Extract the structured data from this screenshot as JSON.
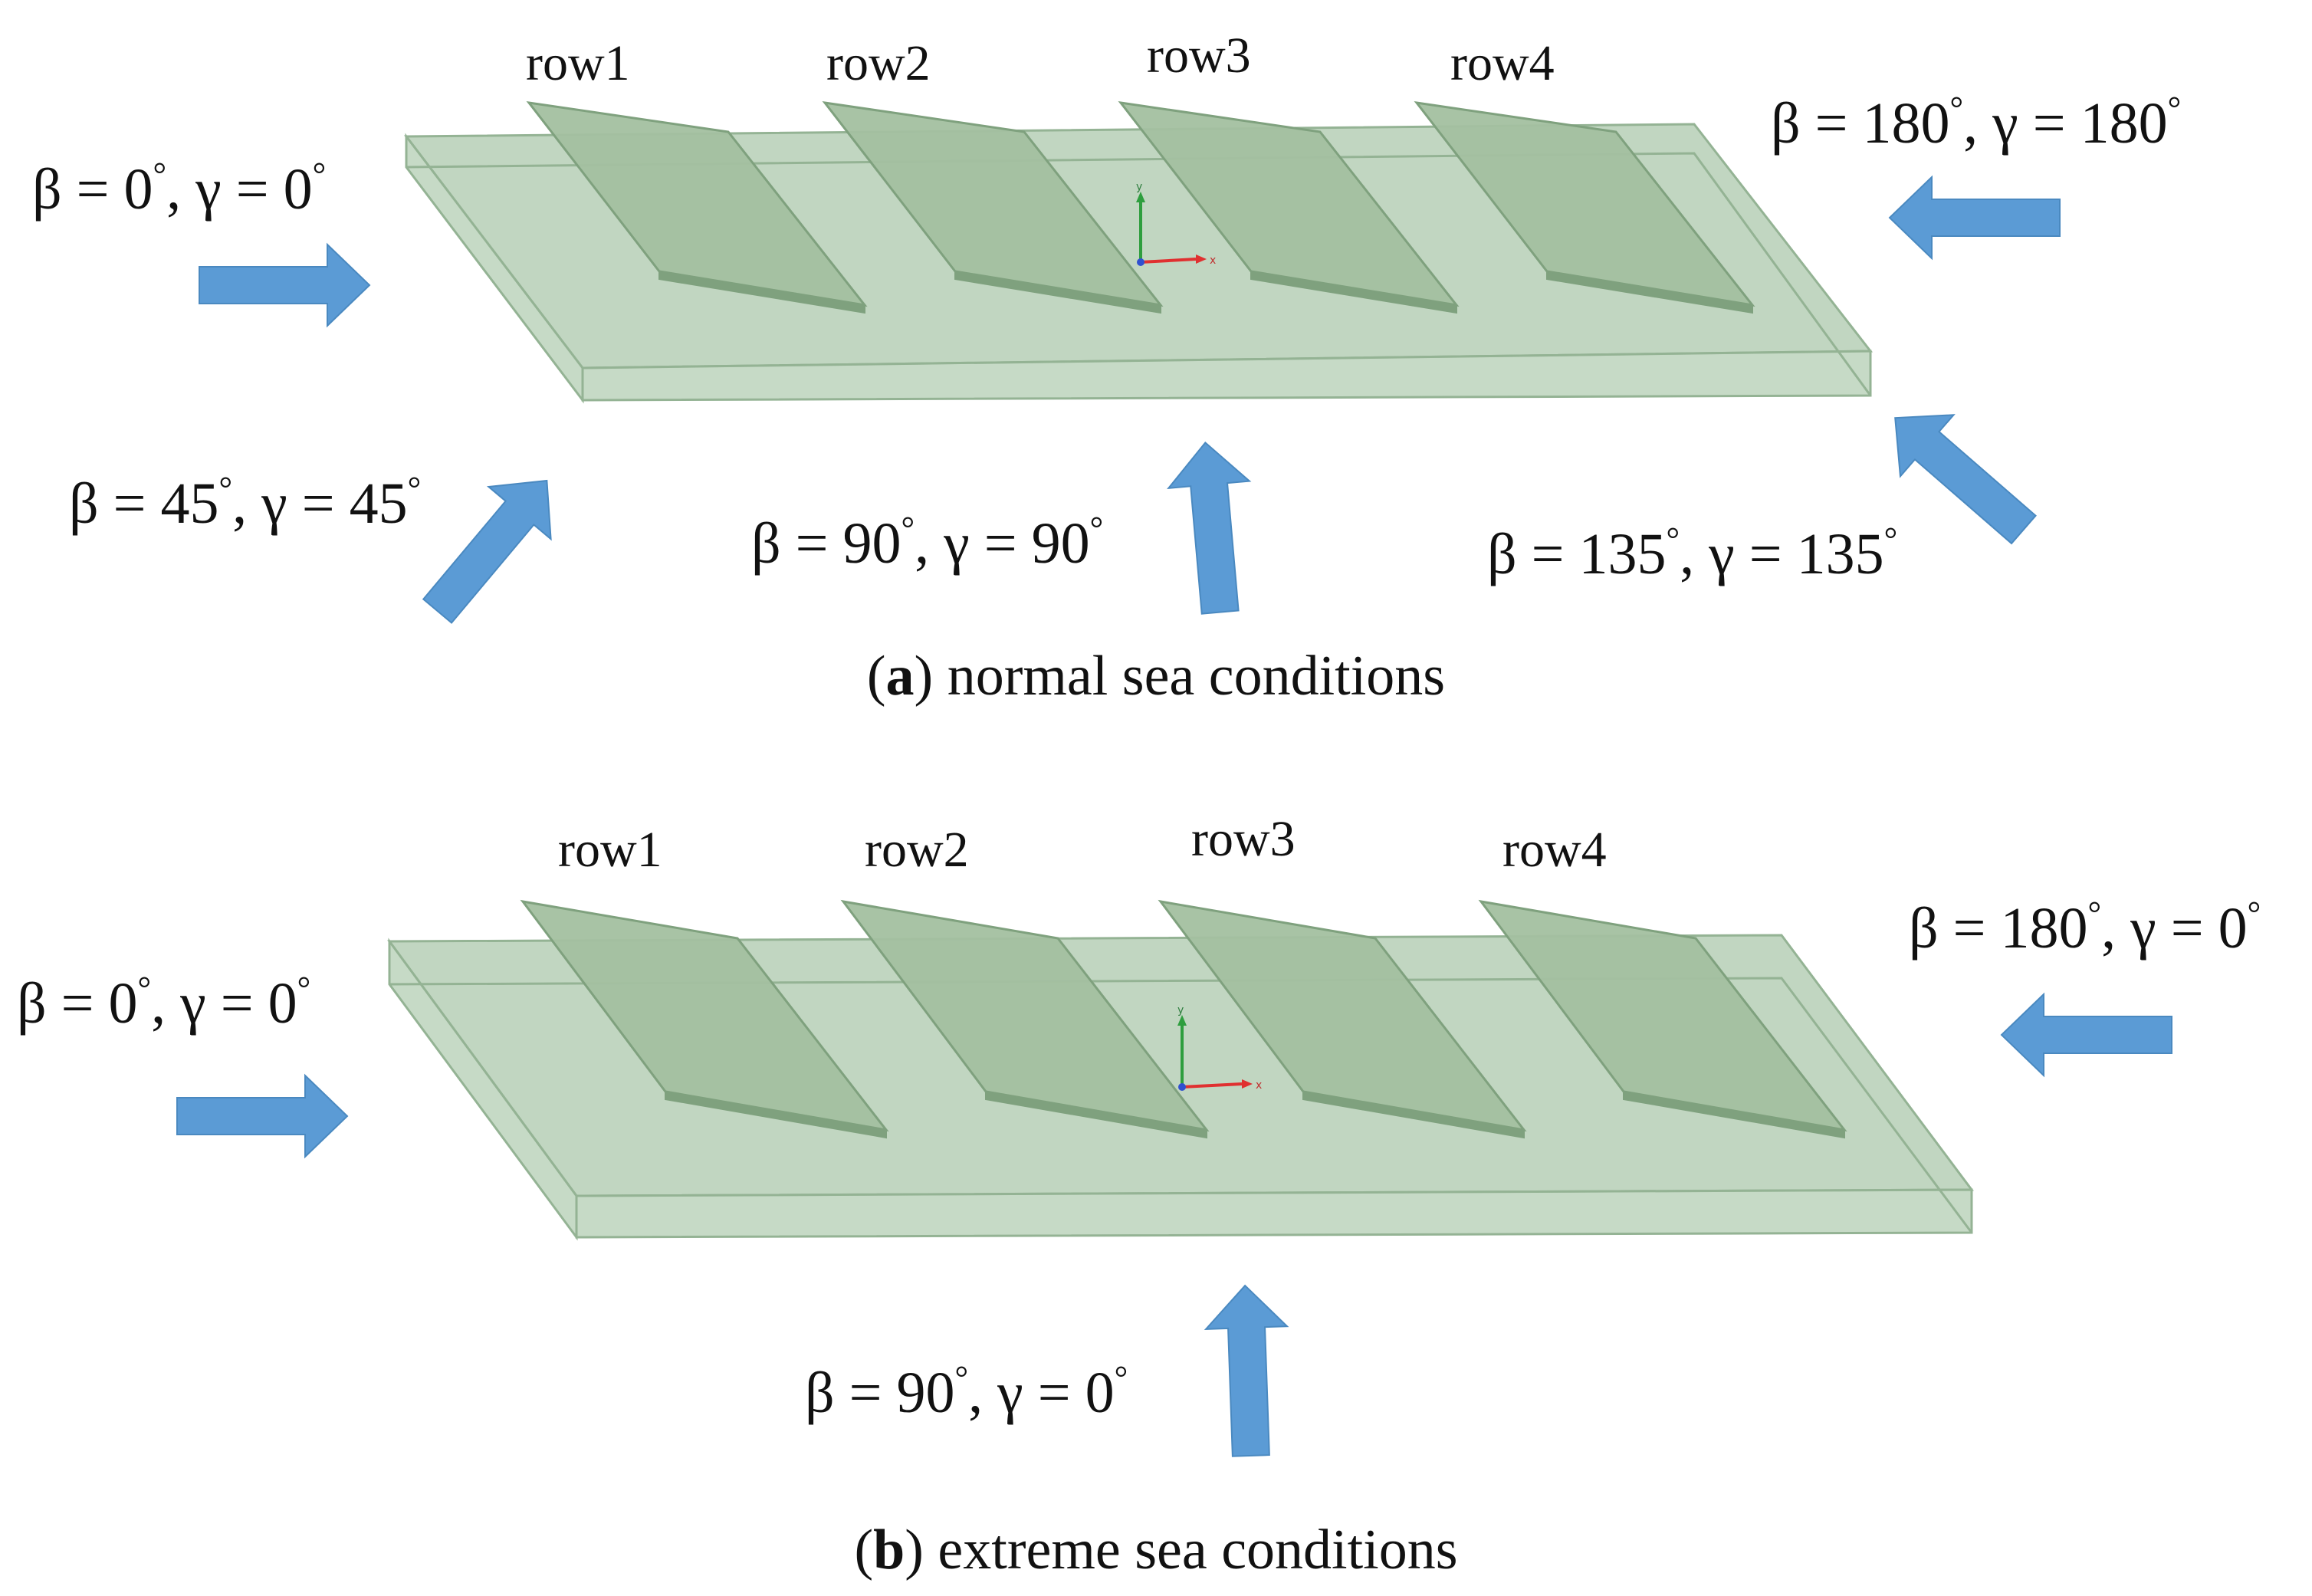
{
  "panels": [
    {
      "id": "a",
      "caption_letter": "a",
      "caption_text": "normal sea conditions",
      "rows": [
        "row1",
        "row2",
        "row3",
        "row4"
      ],
      "arrows": [
        {
          "beta": "0",
          "gamma": "0"
        },
        {
          "beta": "45",
          "gamma": "45"
        },
        {
          "beta": "90",
          "gamma": "90"
        },
        {
          "beta": "135",
          "gamma": "135"
        },
        {
          "beta": "180",
          "gamma": "180"
        }
      ]
    },
    {
      "id": "b",
      "caption_letter": "b",
      "caption_text": "extreme sea conditions",
      "rows": [
        "row1",
        "row2",
        "row3",
        "row4"
      ],
      "arrows": [
        {
          "beta": "0",
          "gamma": "0"
        },
        {
          "beta": "90",
          "gamma": "0"
        },
        {
          "beta": "180",
          "gamma": "0"
        }
      ]
    }
  ],
  "symbols": {
    "beta": "β",
    "gamma": "γ",
    "equals": " = ",
    "degree": "°",
    "separator": ", "
  },
  "axis_labels": {
    "x": "x",
    "y": "y"
  },
  "colors": {
    "platform_fill": "#bcd3bc",
    "platform_edge": "#94b394",
    "panel_fill": "#a3c0a0",
    "panel_edge": "#7fa17e",
    "arrow_fill": "#5b9bd5",
    "arrow_edge": "#4a89c0",
    "axis_x": "#e03030",
    "axis_y": "#2e9e3e",
    "axis_z": "#3050d0"
  },
  "icons": {
    "arrow": "block-arrow",
    "axes": "coordinate-axes"
  }
}
